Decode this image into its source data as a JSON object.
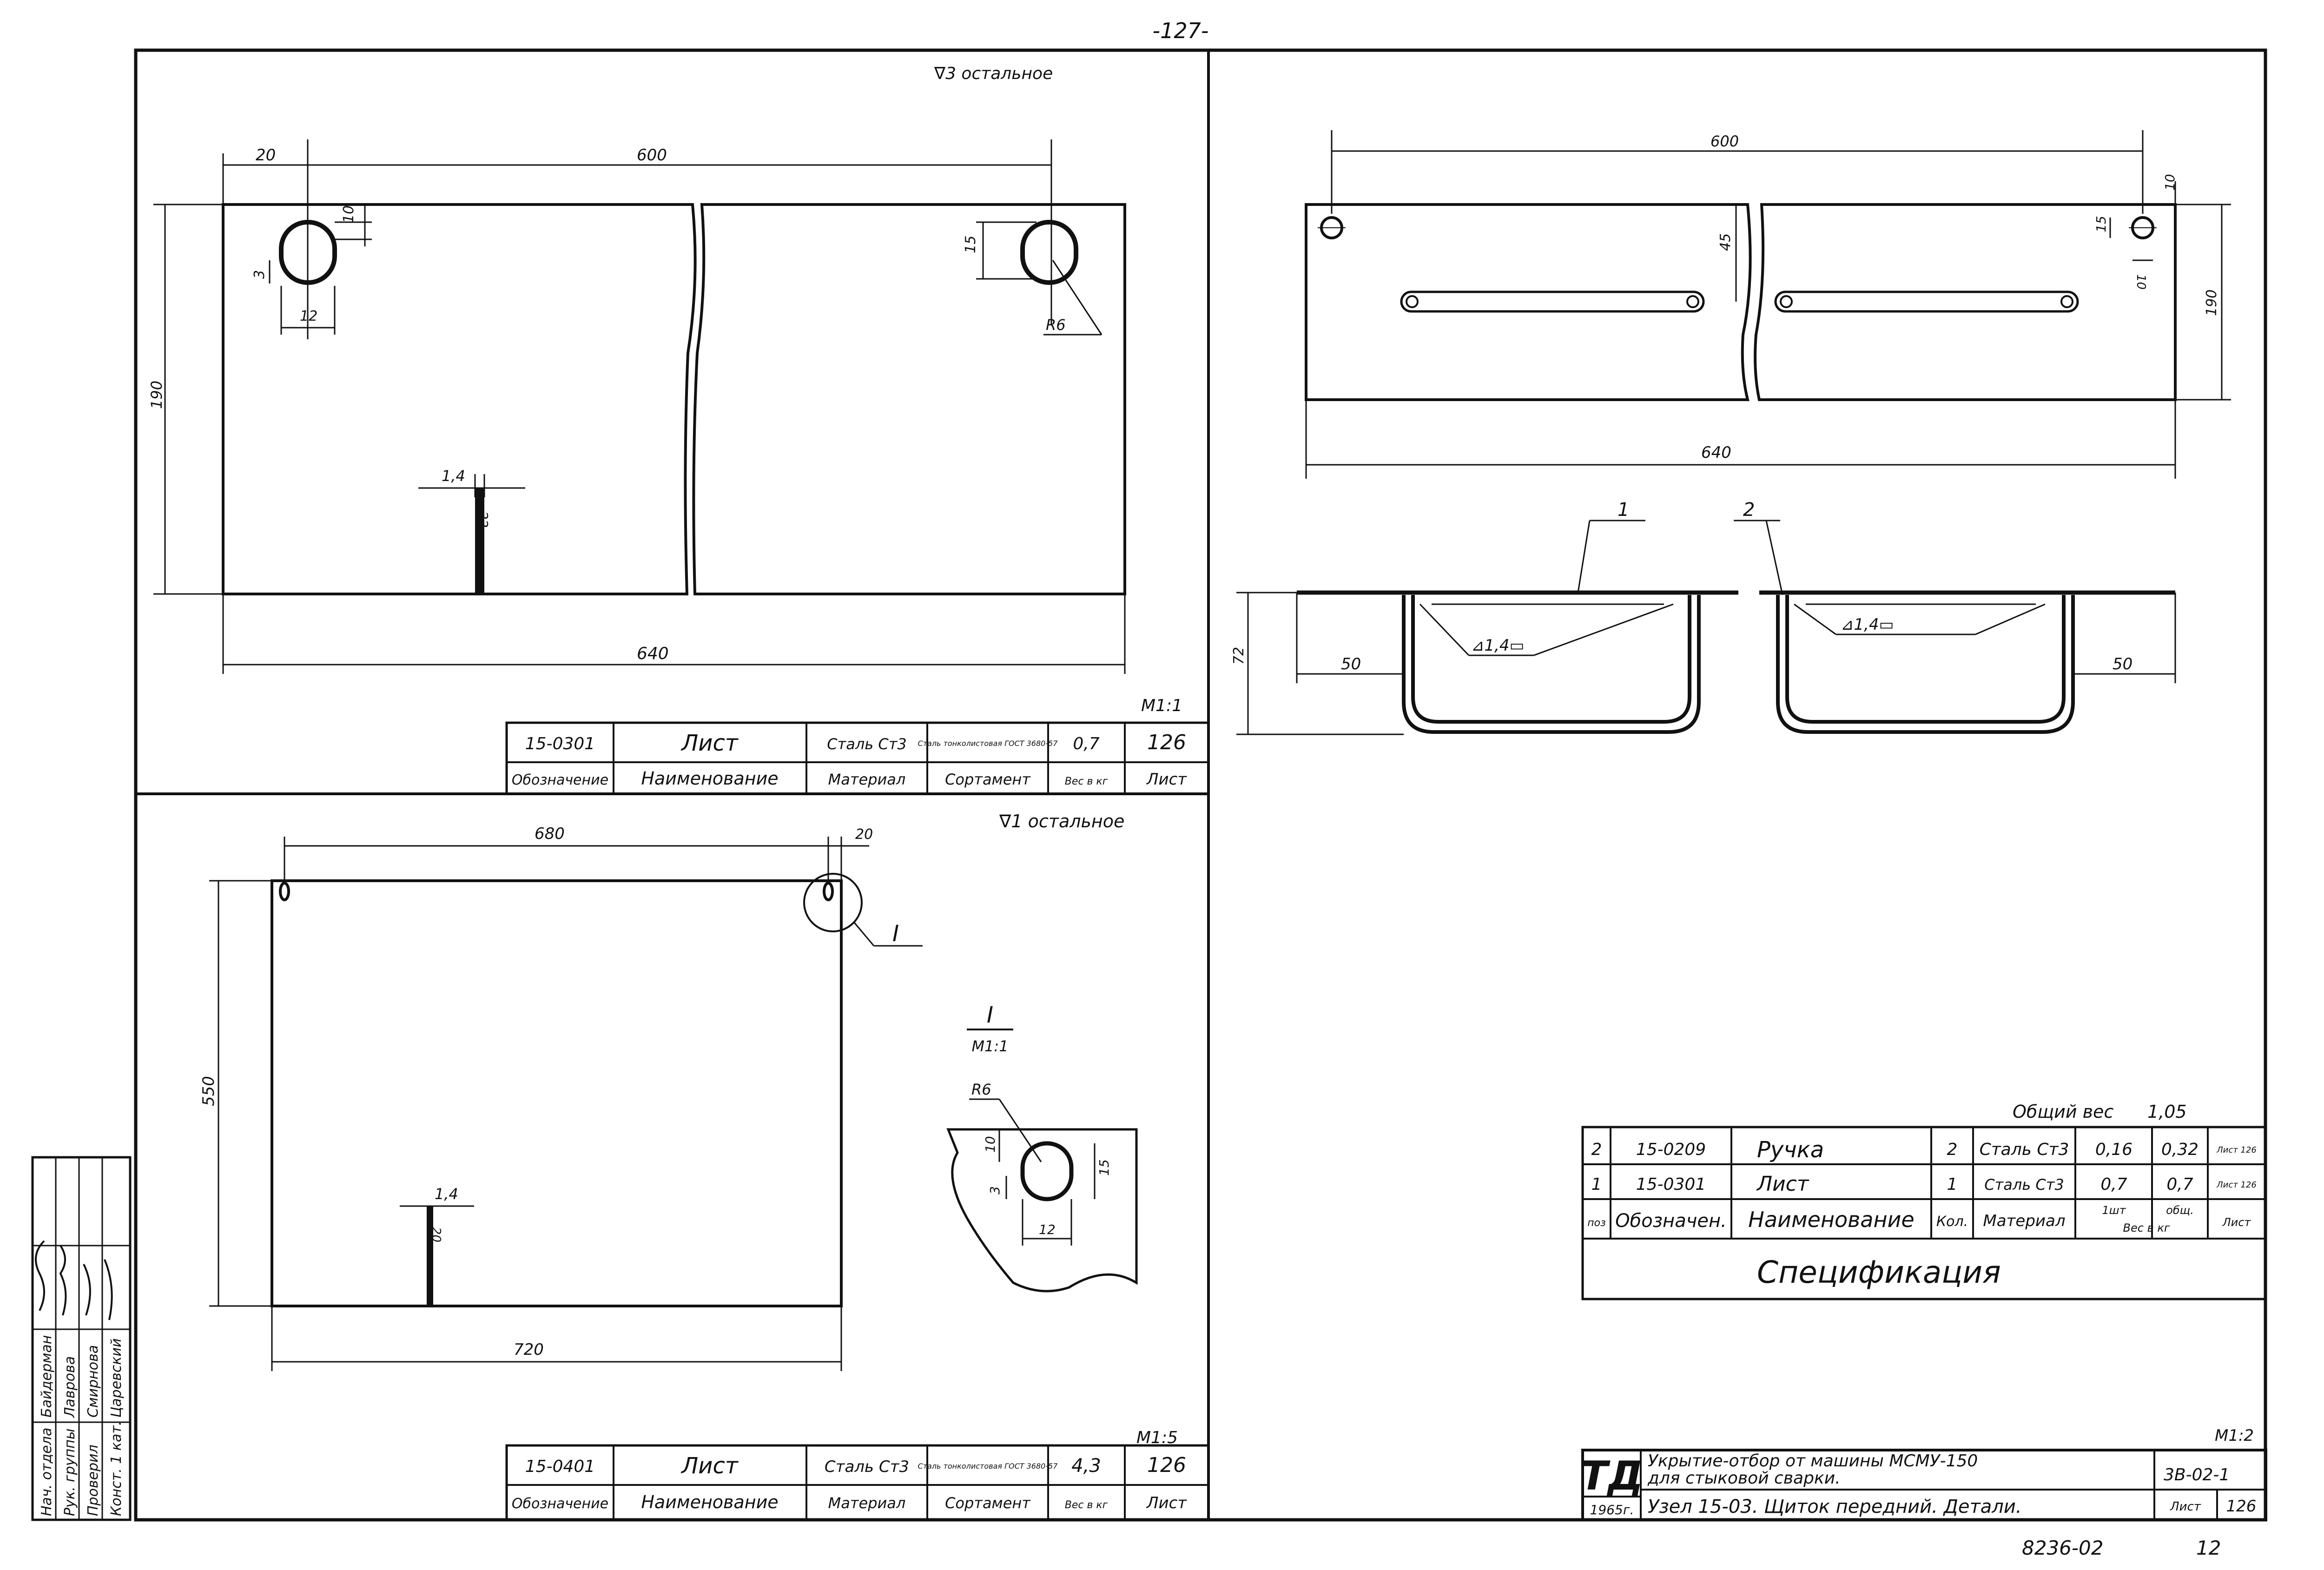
{
  "page": {
    "number": "-127-",
    "archive_code": "8236-02",
    "sheet_ref": "12"
  },
  "panel1": {
    "surface_note": "∇3 остальное",
    "dims": {
      "d20": "20",
      "d600": "600",
      "d10": "10",
      "d3": "3",
      "d12": "12",
      "d15": "15",
      "r6": "R6",
      "d190": "190",
      "d1_4": "1,4",
      "d22": "22",
      "d640": "640"
    },
    "scale": "М1:1",
    "stamp": {
      "designation": "15-0301",
      "name": "Лист",
      "material": "Сталь Ст3",
      "assortment": "Сталь тонколистовая ГОСТ 3680-57",
      "weight": "0,7",
      "sheet": "126",
      "h_designation": "Обозначение",
      "h_name": "Наименование",
      "h_material": "Материал",
      "h_assortment": "Сортамент",
      "h_weight": "Вес в кг",
      "h_sheet": "Лист"
    }
  },
  "panel2": {
    "surface_note": "∇1 остальное",
    "dims": {
      "d680": "680",
      "d20": "20",
      "d550": "550",
      "d1_4": "1,4",
      "d20v": "20",
      "d720": "720"
    },
    "callout": "I",
    "detail": {
      "title": "I",
      "scale": "М1:1",
      "r6": "R6",
      "d10": "10",
      "d3": "3",
      "d15": "15",
      "d12": "12"
    },
    "scale": "М1:5",
    "stamp": {
      "designation": "15-0401",
      "name": "Лист",
      "material": "Сталь Ст3",
      "assortment": "Сталь тонколистовая ГОСТ 3680-57",
      "weight": "4,3",
      "sheet": "126",
      "h_designation": "Обозначение",
      "h_name": "Наименование",
      "h_material": "Материал",
      "h_assortment": "Сортамент",
      "h_weight": "Вес в кг",
      "h_sheet": "Лист"
    }
  },
  "panel3": {
    "dims": {
      "d600": "600",
      "d640": "640",
      "d45": "45",
      "d15": "15",
      "d10": "10",
      "d10b": "10",
      "d190": "190",
      "d72": "72",
      "d50l": "50",
      "d50r": "50"
    },
    "leaders": {
      "pos1": "1",
      "pos2": "2"
    },
    "weld_left": "⊿1,4▭",
    "weld_right": "⊿1,4▭",
    "total_weight_label": "Общий вес",
    "total_weight": "1,05",
    "spec_rows": [
      {
        "pos": "2",
        "designation": "15-0209",
        "name": "Ручка",
        "qty": "2",
        "material": "Сталь Ст3",
        "w1": "0,16",
        "wt": "0,32",
        "sheet": "Лист 126"
      },
      {
        "pos": "1",
        "designation": "15-0301",
        "name": "Лист",
        "qty": "1",
        "material": "Сталь Ст3",
        "w1": "0,7",
        "wt": "0,7",
        "sheet": "Лист 126"
      }
    ],
    "spec_header": {
      "pos": "поз",
      "designation": "Обозначен.",
      "name": "Наименование",
      "qty": "Кол.",
      "material": "Материал",
      "w1": "1шт",
      "wt": "общ.",
      "weight_sub": "Вес в кг",
      "sheet": "Лист"
    },
    "spec_title": "Спецификация",
    "scale": "М1:2",
    "titleblock": {
      "logo": "ТД",
      "year": "1965г.",
      "line1": "Укрытие-отбор от машины МСМУ-150",
      "line2": "для стыковой сварки.",
      "line3": "Узел 15-03. Щиток передний. Детали.",
      "code": "3В-02-1",
      "sheet_label": "Лист",
      "sheet": "126"
    }
  },
  "signatures": {
    "roles": [
      "Нач. отдела",
      "Рук. группы",
      "Проверил",
      "Конст. 1 кат."
    ],
    "names": [
      "Байдерман",
      "Лаврова",
      "Смирнова",
      "Царевский"
    ]
  }
}
